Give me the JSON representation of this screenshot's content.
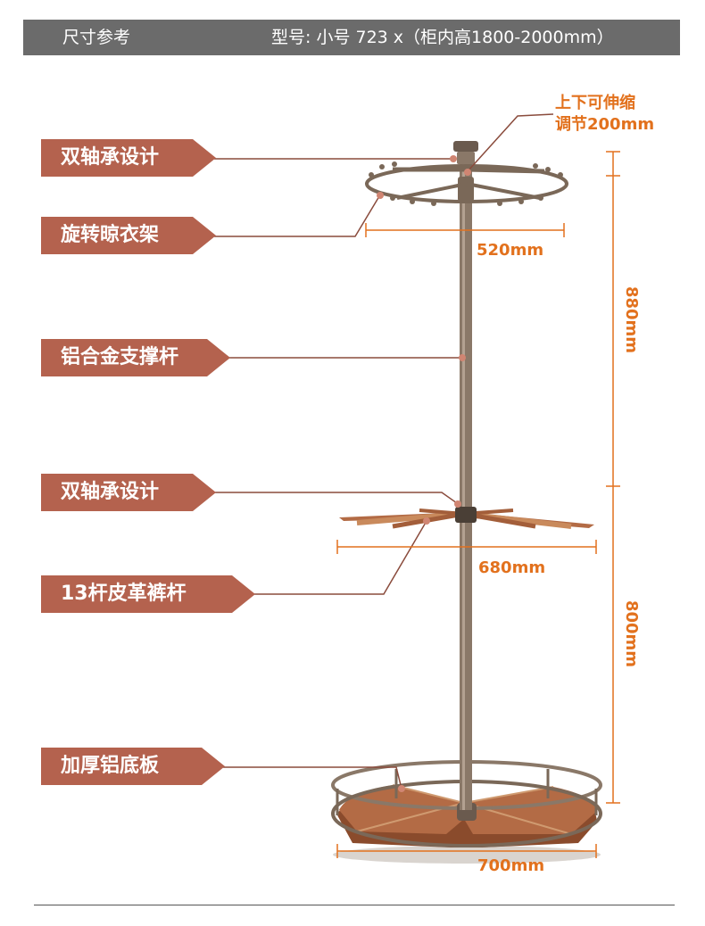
{
  "header": {
    "title": "尺寸参考",
    "model": "型号: 小号  723 x（柜内高1800-2000mm）"
  },
  "callouts": [
    {
      "label": "双轴承设计"
    },
    {
      "label": "旋转晾衣架"
    },
    {
      "label": "铝合金支撑杆"
    },
    {
      "label": "双轴承设计"
    },
    {
      "label": "13杆皮革裤杆"
    },
    {
      "label": "加厚铝底板"
    }
  ],
  "adjustment": {
    "line1": "上下可伸缩",
    "line2": "调节200mm"
  },
  "dimensions": {
    "top_width": "520mm",
    "middle_width": "680mm",
    "base_width": "700mm",
    "upper_height": "880mm",
    "lower_height": "800mm"
  },
  "colors": {
    "header_bg": "#6b6b6b",
    "tag_bg": "#b4624e",
    "dimension": "#e2711d",
    "frame": "#8a7868",
    "wood": "#b36b45"
  }
}
